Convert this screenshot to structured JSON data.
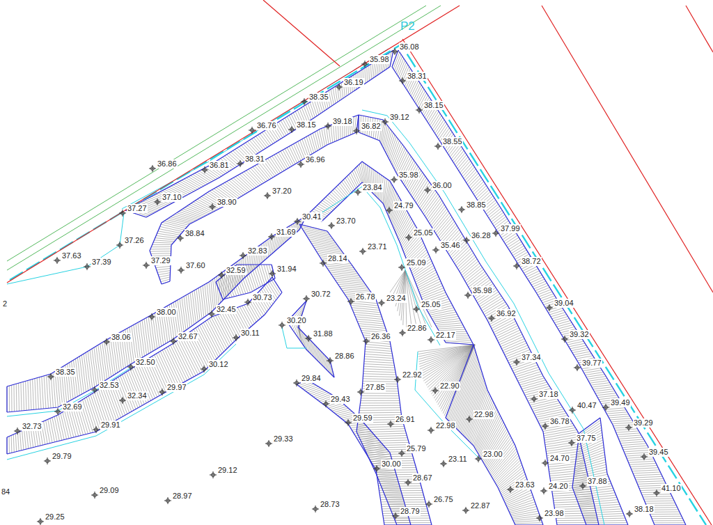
{
  "diagram": {
    "labels": [
      "P2",
      "36.08",
      "35.98",
      "38.31",
      "36.19",
      "38.35",
      "38.15",
      "39.12",
      "39.18",
      "38.15",
      "36.76",
      "36.82",
      "38.55",
      "38.31",
      "36.96",
      "36.86",
      "36.81",
      "35.98",
      "36.00",
      "23.84",
      "37.20",
      "37.10",
      "38.90",
      "38.85",
      "24.79",
      "37.27",
      "30.41",
      "23.70",
      "37.99",
      "31.69",
      "25.05",
      "38.84",
      "36.28",
      "37.26",
      "35.46",
      "23.71",
      "32.83",
      "37.63",
      "28.14",
      "37.29",
      "38.72",
      "37.39",
      "25.09",
      "37.60",
      "31.94",
      "32.59",
      "35.98",
      "30.72",
      "26.78",
      "30.73",
      "23.24",
      "2",
      "39.04",
      "25.05",
      "32.45",
      "38.00",
      "36.92",
      "30.20",
      "22.86",
      "30.11",
      "31.88",
      "39.32",
      "22.17",
      "32.67",
      "26.36",
      "38.06",
      "28.86",
      "37.34",
      "32.50",
      "39.77",
      "30.12",
      "38.35",
      "22.92",
      "29.84",
      "32.53",
      "22.90",
      "27.85",
      "29.97",
      "37.18",
      "32.34",
      "29.43",
      "39.49",
      "40.47",
      "32.69",
      "22.98",
      "29.59",
      "26.91",
      "36.78",
      "39.29",
      "29.91",
      "22.98",
      "32.73",
      "37.75",
      "29.33",
      "25.79",
      "39.45",
      "23.00",
      "29.79",
      "24.70",
      "23.11",
      "30.00",
      "29.12",
      "28.67",
      "37.88",
      "23.63",
      "24.20",
      "84",
      "41.10",
      "29.09",
      "28.97",
      "26.75",
      "28.73",
      "22.87",
      "38.18",
      "28.79",
      "23.98",
      "29.25"
    ]
  }
}
